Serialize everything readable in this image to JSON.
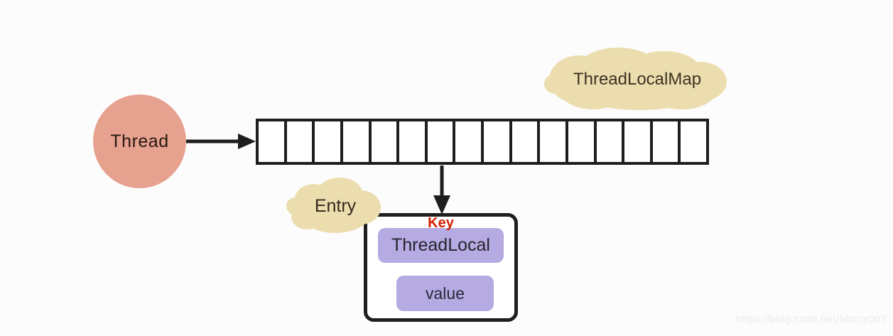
{
  "colors": {
    "background": "#fcfcfc",
    "thread_fill": "#e7a18f",
    "cloud_fill": "#ebddae",
    "field_fill": "#b6aae2",
    "key_red": "#d41e00",
    "line_black": "#1e1e1e"
  },
  "nodes": {
    "thread": {
      "label": "Thread"
    },
    "threadlocalmap_cloud": {
      "label": "ThreadLocalMap"
    },
    "entry_cloud": {
      "label": "Entry"
    },
    "entry": {
      "key_label": "Key",
      "threadlocal_field": "ThreadLocal",
      "value_field": "value"
    }
  },
  "array": {
    "cell_count": 16
  },
  "watermark": "https://blog.csdn.net/bbscz007"
}
